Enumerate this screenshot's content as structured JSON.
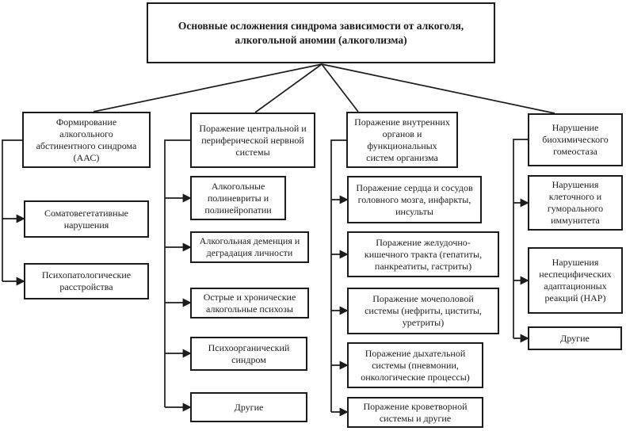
{
  "title": "Основные осложнения синдрома зависимости от алкоголя, алкогольной аномии (алкоголизма)",
  "columns": [
    {
      "header": "Формирование алкогольного абстинентного синдрома (ААС)",
      "children": [
        "Соматовегетативные нарушения",
        "Психопатологические расстройства"
      ]
    },
    {
      "header": "Поражение центральной и периферической нервной системы",
      "children": [
        "Алкогольные полиневриты и полинейропатии",
        "Алкогольная деменция и деградация личности",
        "Острые и хронические алкогольные психозы",
        "Психоорганический синдром",
        "Другие"
      ]
    },
    {
      "header": "Поражение внутренних органов и функциональных систем организма",
      "children": [
        "Поражение сердца и сосудов головного мозга, инфаркты, инсульты",
        "Поражение желудочно-кишечного тракта (гепатиты, панкреатиты, гастриты)",
        "Поражение мочеполовой системы (нефриты, циститы, уретриты)",
        "Поражение дыхательной системы (пневмонии, онкологические процессы)",
        "Поражение кроветворной системы и другие"
      ]
    },
    {
      "header": "Нарушение биохимического гомеостаза",
      "children": [
        "Нарушения клеточного и гуморального иммунитета",
        "Нарушения неспецифических адаптационных реакций (НАР)",
        "Другие"
      ]
    }
  ],
  "colors": {
    "line": "#1c1c1c",
    "border": "#1c1c1c",
    "text": "#1c1c1c",
    "background": "#ffffff"
  }
}
